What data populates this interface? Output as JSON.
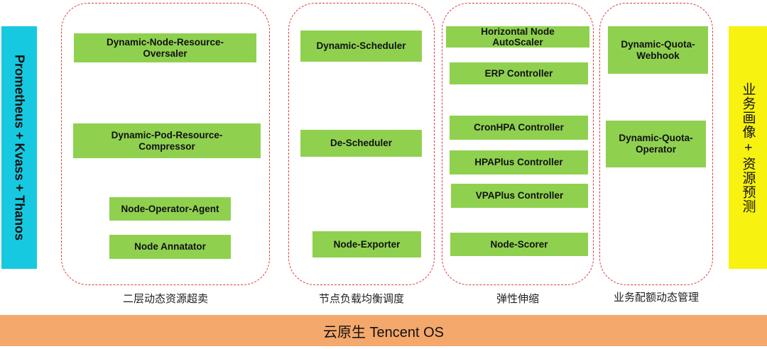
{
  "left_bar": {
    "label": "Prometheus + Kvass + Thanos"
  },
  "right_bar": {
    "label": "业务画像 + 资源预测"
  },
  "groups": [
    {
      "caption": "二层动态资源超卖",
      "components": [
        "Dynamic-Node-Resource-\nOversaler",
        "Dynamic-Pod-Resource-\nCompressor",
        "Node-Operator-Agent",
        "Node Annatator"
      ]
    },
    {
      "caption": "节点负载均衡调度",
      "components": [
        "Dynamic-Scheduler",
        "De-Scheduler",
        "Node-Exporter"
      ]
    },
    {
      "caption": "弹性伸缩",
      "components": [
        "Horizontal Node\nAutoScaler",
        "ERP Controller",
        "CronHPA Controller",
        "HPAPlus Controller",
        "VPAPlus Controller",
        "Node-Scorer"
      ]
    },
    {
      "caption": "业务配额动态管理",
      "components": [
        "Dynamic-Quota-\nWebhook",
        "Dynamic-Quota-\nOperator"
      ]
    }
  ],
  "base": {
    "label": "云原生 Tencent OS"
  },
  "colors": {
    "left_bar": "#17c9e0",
    "right_bar": "#f7f20f",
    "component": "#8fd14f",
    "group_border": "#e0393e",
    "base": "#f5a86b"
  }
}
